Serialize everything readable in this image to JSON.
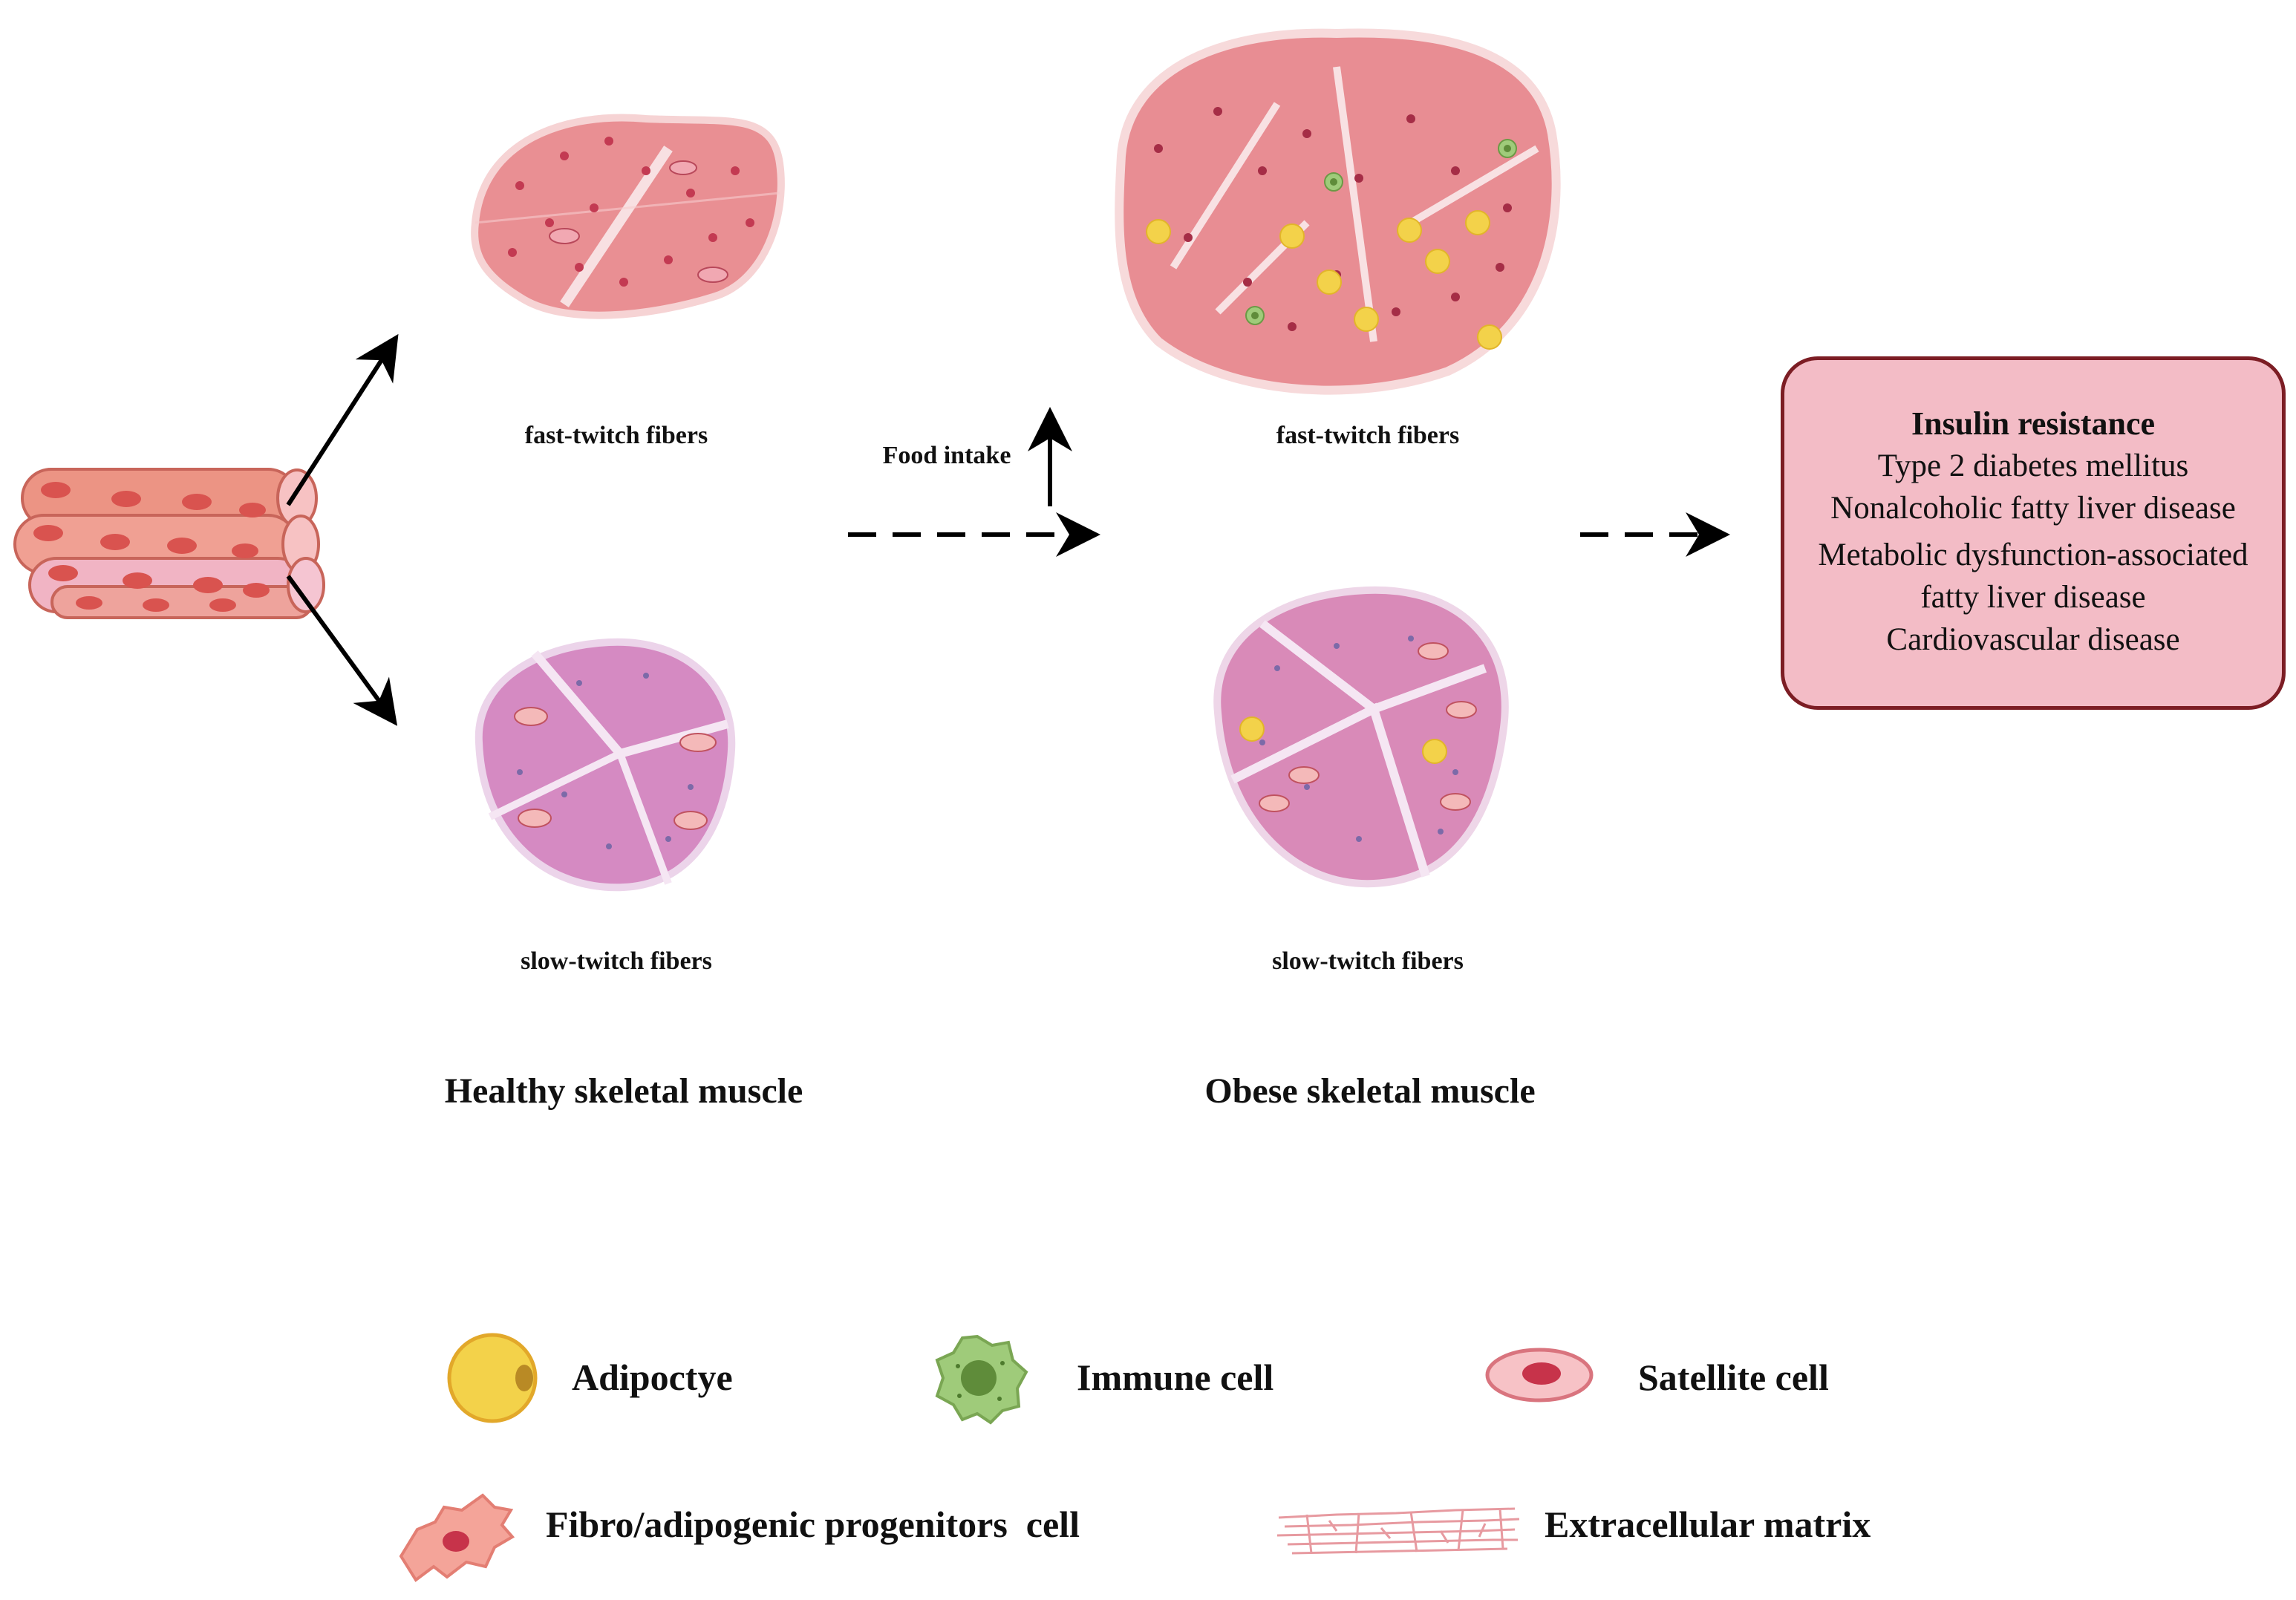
{
  "healthy": {
    "fast_label": "fast-twitch fibers",
    "slow_label": "slow-twitch fibers",
    "title": "Healthy skeletal muscle"
  },
  "transition": {
    "label": "Food intake"
  },
  "obese": {
    "fast_label": "fast-twitch fibers",
    "slow_label": "slow-twitch fibers",
    "title": "Obese skeletal muscle"
  },
  "outcomes": {
    "title": "Insulin resistance",
    "items": [
      "Type 2 diabetes mellitus",
      "Nonalcoholic fatty liver disease",
      "Metabolic dysfunction-associated",
      "fatty liver disease",
      "Cardiovascular disease"
    ]
  },
  "legend": {
    "adipocyte": "Adipoctye",
    "immune": "Immune cell",
    "satellite": "Satellite cell",
    "fap": "Fibro/adipogenic progenitors  cell",
    "ecm": "Extracellular matrix"
  },
  "colors": {
    "fast_fiber": "#e89a9e",
    "slow_fiber": "#d78fc0",
    "adipocyte": "#f3d24a",
    "immune": "#9fcb7a",
    "satellite": "#f0a6ad",
    "box_fill": "#f3bcc6",
    "box_border": "#7c1d24"
  }
}
